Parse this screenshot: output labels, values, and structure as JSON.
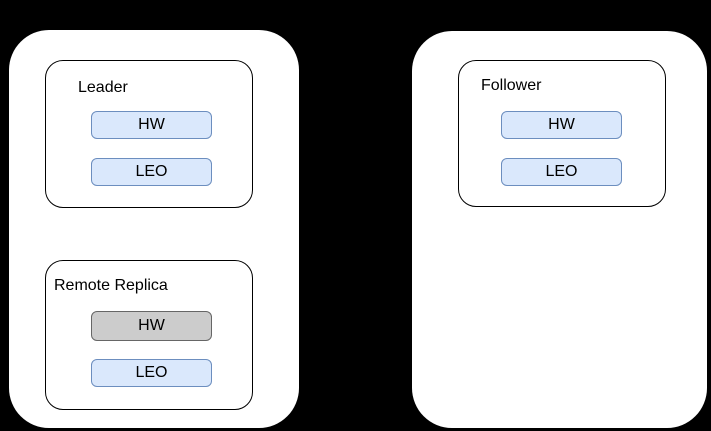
{
  "colors": {
    "background": "#000000",
    "panel_fill": "#ffffff",
    "node_border": "#000000",
    "text": "#000000",
    "blue_fill": "#dae8fc",
    "blue_border": "#6c8ebf",
    "gray_fill": "#cccccc",
    "gray_border": "#666666"
  },
  "diagram": {
    "panels": [
      {
        "side": "left",
        "nodes": [
          {
            "label": "Leader",
            "chips": [
              {
                "text": "HW",
                "style": "blue"
              },
              {
                "text": "LEO",
                "style": "blue"
              }
            ]
          },
          {
            "label": "Remote Replica",
            "chips": [
              {
                "text": "HW",
                "style": "gray"
              },
              {
                "text": "LEO",
                "style": "blue"
              }
            ]
          }
        ]
      },
      {
        "side": "right",
        "nodes": [
          {
            "label": "Follower",
            "chips": [
              {
                "text": "HW",
                "style": "blue"
              },
              {
                "text": "LEO",
                "style": "blue"
              }
            ]
          }
        ]
      }
    ]
  }
}
